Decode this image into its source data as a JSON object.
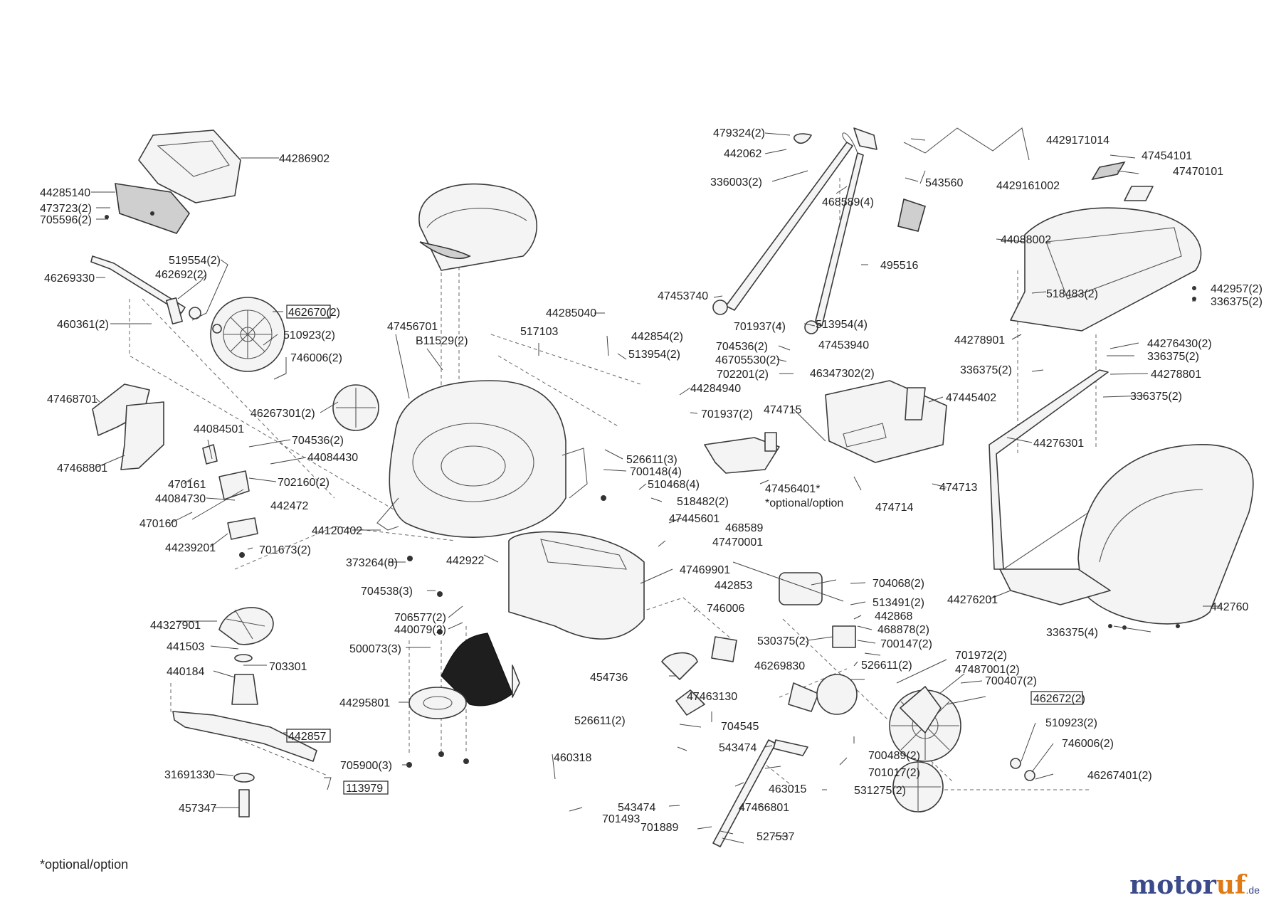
{
  "diagram": {
    "labels": {
      "l44286902": "44286902",
      "l44285140": "44285140",
      "l473723": "473723(2)",
      "l705596": "705596(2)",
      "l519554": "519554(2)",
      "l462692": "462692(2)",
      "l46269330": "46269330",
      "l460361": "460361(2)",
      "l462670": "462670(2)",
      "l510923a": "510923(2)",
      "l746006a": "746006(2)",
      "l46267301": "46267301(2)",
      "l47468701": "47468701",
      "l47468801": "47468801",
      "l44084501": "44084501",
      "l704536a": "704536(2)",
      "l44084430": "44084430",
      "l702160": "702160(2)",
      "l470161": "470161",
      "l44084730": "44084730",
      "l442472": "442472",
      "l470160": "470160",
      "l44239201": "44239201",
      "l701673": "701673(2)",
      "l47456701": "47456701",
      "lB11529": "B11529(2)",
      "l517103": "517103",
      "l44285040": "44285040",
      "l442854": "442854(2)",
      "l513954a": "513954(2)",
      "l44284940": "44284940",
      "l701937a": "701937(2)",
      "l526611a": "526611(3)",
      "l700148": "700148(4)",
      "l510468": "510468(4)",
      "l518482": "518482(2)",
      "l47445601": "47445601",
      "l468589a": "468589",
      "l47470001": "47470001",
      "l47469901": "47469901",
      "l44120402": "44120402",
      "l373264": "373264(8)",
      "l442922": "442922",
      "l704538": "704538(3)",
      "l706577": "706577(2)",
      "l440079": "440079(2)",
      "l500073": "500073(3)",
      "l44327901": "44327901",
      "l441503": "441503",
      "l703301": "703301",
      "l440184": "440184",
      "l44295801": "44295801",
      "l442857": "442857",
      "l705900": "705900(3)",
      "l31691330": "31691330",
      "l113979": "113979",
      "l457347": "457347",
      "l479324": "479324(2)",
      "l442062": "442062",
      "l336003": "336003(2)",
      "l468589b": "468589(4)",
      "l4429171014": "4429171014",
      "l543560": "543560",
      "l4429161002": "4429161002",
      "l495516": "495516",
      "l47453740": "47453740",
      "l701937b": "701937(4)",
      "l513954b": "513954(4)",
      "l704536b": "704536(2)",
      "l47453940": "47453940",
      "l46705530": "46705530(2)",
      "l702201": "702201(2)",
      "l46347302": "46347302(2)",
      "l474715": "474715",
      "l47445402": "47445402",
      "l47456401": "47456401*",
      "loptional1": "*optional/option",
      "l474714": "474714",
      "l474713": "474713",
      "l47454101": "47454101",
      "l47470101": "47470101",
      "l44088002": "44088002",
      "l518483": "518483(2)",
      "l442957": "442957(2)",
      "l336375a": "336375(2)",
      "l44278901": "44278901",
      "l44276430": "44276430(2)",
      "l336375b": "336375(2)",
      "l336375c": "336375(2)",
      "l44278801": "44278801",
      "l336375d": "336375(2)",
      "l44276301": "44276301",
      "l44276201": "44276201",
      "l442760": "442760",
      "l336375e": "336375(4)",
      "l704068": "704068(2)",
      "l513491": "513491(2)",
      "l442853": "442853",
      "l442868": "442868",
      "l468878": "468878(2)",
      "l700147": "700147(2)",
      "l746006b": "746006",
      "l530375": "530375(2)",
      "l526611b": "526611(2)",
      "l46269830": "46269830",
      "l701972": "701972(2)",
      "l47487001": "47487001(2)",
      "l700407": "700407(2)",
      "l462672": "462672(2)",
      "l454736": "454736",
      "l47463130": "47463130",
      "l510923b": "510923(2)",
      "l704545": "704545",
      "l746006c": "746006(2)",
      "l526611c": "526611(2)",
      "l543474a": "543474",
      "l700489": "700489(2)",
      "l460318": "460318",
      "l701017": "701017(2)",
      "l46267401": "46267401(2)",
      "l463015": "463015",
      "l531275": "531275(2)",
      "l543474b": "543474",
      "l47466801": "47466801",
      "l701493": "701493",
      "l701889": "701889",
      "l527537": "527537"
    },
    "footnote": "*optional/option",
    "watermark": {
      "part1": "motor",
      "part2": "uf",
      "part3": ".de"
    }
  }
}
